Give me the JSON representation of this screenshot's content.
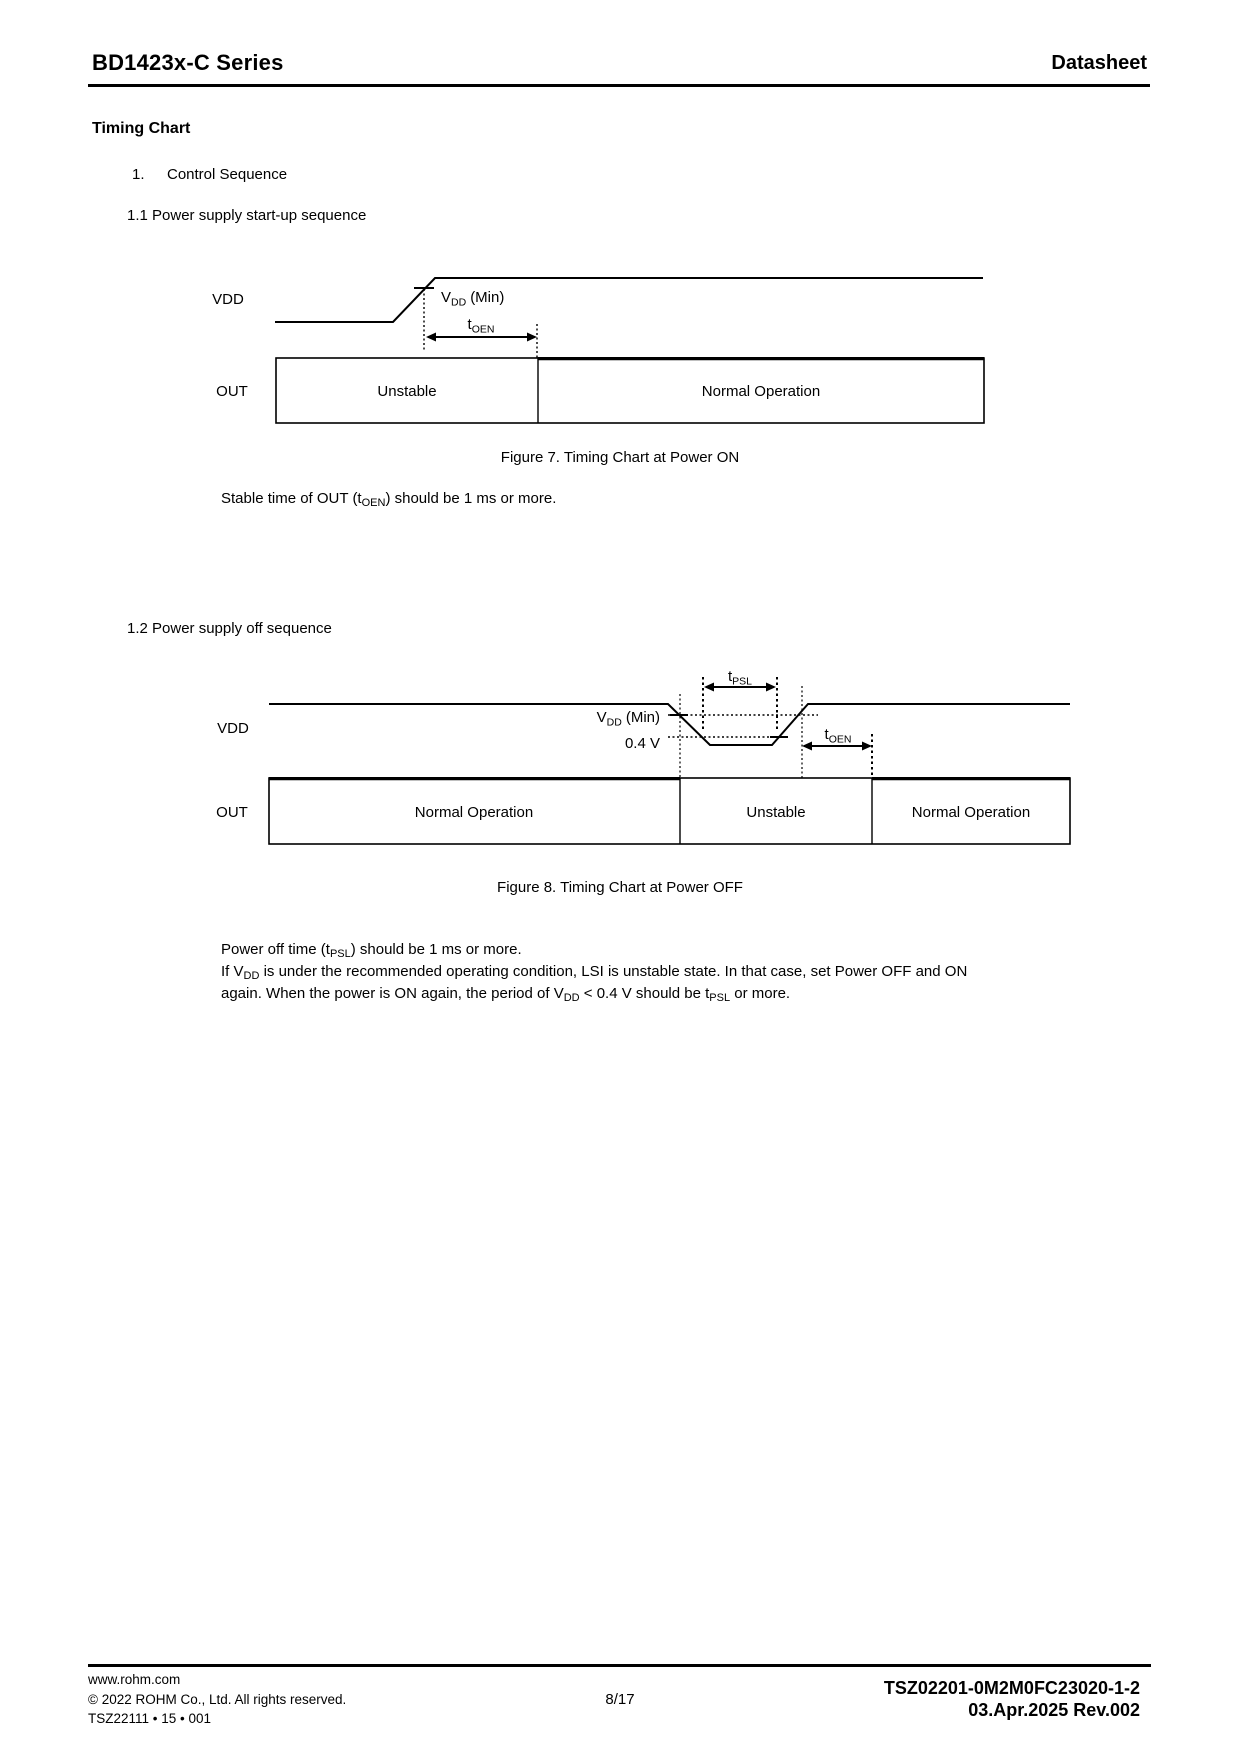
{
  "header": {
    "product_series": "BD1423x-C Series",
    "document_type": "Datasheet"
  },
  "timing_chart": {
    "section_heading": "Timing Chart",
    "list_item": {
      "number": "1.",
      "title": "Control Sequence"
    },
    "subsection_1": "1.1 Power supply start-up sequence",
    "subsection_2": "1.2 Power supply off sequence"
  },
  "signals": {
    "vdd": "VDD",
    "out": "OUT"
  },
  "sub_labels": {
    "v": "V",
    "dd": "DD",
    "min": "(Min)",
    "t": "t",
    "oen": "OEN",
    "psl": "PSL",
    "v04": "0.4 V"
  },
  "states": {
    "unstable": "Unstable",
    "normal_operation": "Normal Operation"
  },
  "figure7_caption": "Figure 7. Timing Chart at Power ON",
  "figure8_caption": "Figure 8. Timing Chart at Power OFF",
  "note_power_on": {
    "a": "Stable time of OUT (t",
    "sub": "OEN",
    "b": ") should be 1 ms or more."
  },
  "note_power_off": {
    "line1": {
      "a": "Power off time (t",
      "sub": "PSL",
      "b": ") should be 1 ms or more."
    },
    "line2": {
      "a": "If V",
      "sub": "DD",
      "b": " is under the recommended operating condition, LSI is unstable state. In that case, set Power OFF and ON"
    },
    "line3": {
      "a": "again. When the power is ON again, the period of V",
      "sub1": "DD",
      "b": " < 0.4 V should be t",
      "sub2": "PSL",
      "c": " or more."
    }
  },
  "footer": {
    "website": "www.rohm.com",
    "copyright": "© 2022 ROHM Co., Ltd. All rights reserved.",
    "document_control": "TSZ22111 • 15 • 001",
    "page_number": "8/17",
    "document_number": "TSZ02201-0M2M0FC23020-1-2",
    "revision": "03.Apr.2025 Rev.002"
  }
}
